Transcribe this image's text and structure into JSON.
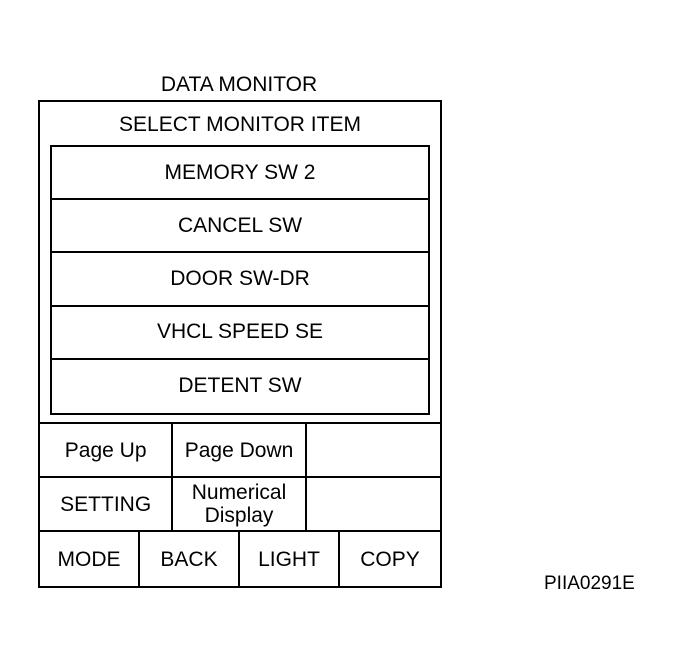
{
  "screen": {
    "title": "DATA MONITOR",
    "header": "SELECT MONITOR ITEM",
    "items": [
      {
        "label": "MEMORY SW 2"
      },
      {
        "label": "CANCEL SW"
      },
      {
        "label": "DOOR SW-DR"
      },
      {
        "label": "VHCL SPEED SE"
      },
      {
        "label": "DETENT SW"
      }
    ],
    "buttons": {
      "page_up": "Page Up",
      "page_down": "Page Down",
      "setting": "SETTING",
      "numerical_line1": "Numerical",
      "numerical_line2": "Display",
      "mode": "MODE",
      "back": "BACK",
      "light": "LIGHT",
      "copy": "COPY"
    }
  },
  "figure_code": "PIIA0291E"
}
